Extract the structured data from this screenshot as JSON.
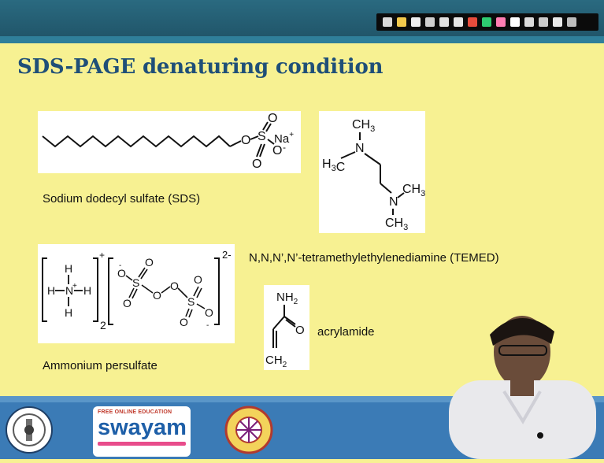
{
  "slide": {
    "title": "SDS-PAGE denaturing condition"
  },
  "structures": {
    "sds_label": "Sodium dodecyl sulfate (SDS)",
    "temed_label": "N,N,N’,N’-tetramethylethylenediamine (TEMED)",
    "aps_label": "Ammonium persulfate",
    "acrylamide_label": "acrylamide"
  },
  "chem_text": {
    "o": "O",
    "s": "S",
    "na": "Na",
    "plus": "+",
    "minus": "-",
    "ch3": "CH",
    "three": "3",
    "h3c": "H",
    "n": "N",
    "h": "H",
    "nh2": "NH",
    "two": "2",
    "ch2": "CH",
    "charge_2minus": "2-",
    "sub2": "2"
  },
  "footer": {
    "swayam_tag": "FREE ONLINE EDUCATION",
    "swayam_name": "swayam"
  },
  "colors": {
    "slide_bg": "#f7f192",
    "title": "#1f4f78",
    "header": "#2a6a80",
    "footer": "#3b7bb6"
  }
}
